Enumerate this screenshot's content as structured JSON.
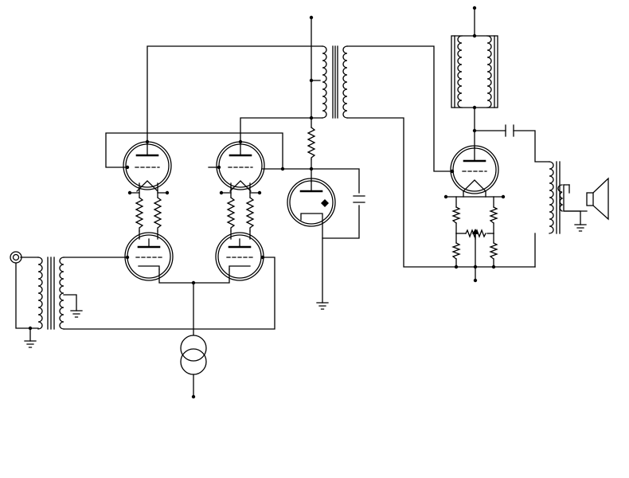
{
  "diagram": {
    "kind": "vacuum-tube amplifier schematic",
    "background": "#ffffff",
    "line_color": "#000000",
    "labels": []
  },
  "components": [
    {
      "kind": "tube-triode",
      "name": "input-tube-left"
    },
    {
      "kind": "tube-triode",
      "name": "input-tube-right"
    },
    {
      "kind": "tube-triode",
      "name": "driver-tube-left"
    },
    {
      "kind": "tube-triode",
      "name": "driver-tube-right"
    },
    {
      "kind": "tube-diode",
      "name": "rectifier-tube"
    },
    {
      "kind": "tube-triode",
      "name": "output-tube"
    },
    {
      "kind": "transformer",
      "name": "input-transformer"
    },
    {
      "kind": "transformer",
      "name": "interstage-transformer"
    },
    {
      "kind": "transformer",
      "name": "choke-transformer"
    },
    {
      "kind": "transformer",
      "name": "output-transformer"
    },
    {
      "kind": "current-source",
      "name": "current-source"
    },
    {
      "kind": "speaker",
      "name": "speaker"
    },
    {
      "kind": "input-jack",
      "name": "input-jack"
    },
    {
      "kind": "ground",
      "name": "ground-symbol"
    }
  ]
}
